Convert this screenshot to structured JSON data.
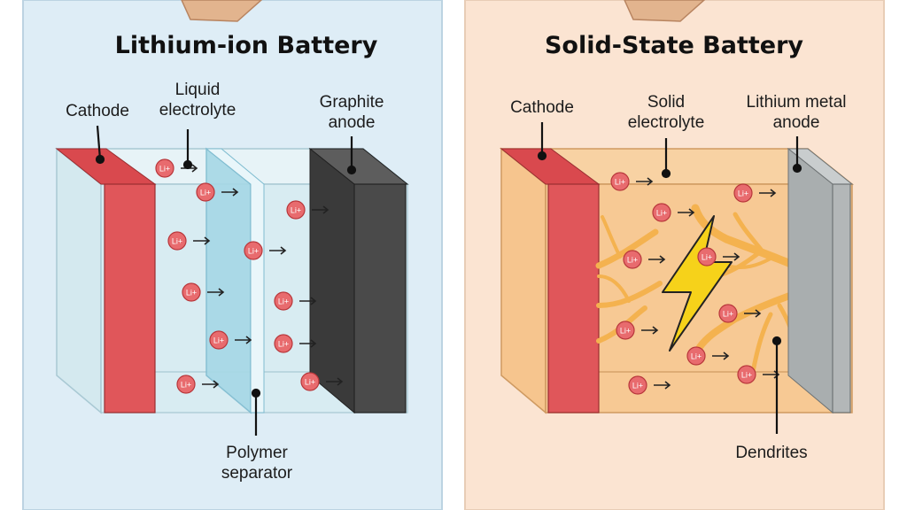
{
  "left_panel": {
    "title": "Lithium-ion Battery",
    "labels": {
      "cathode": "Cathode",
      "electrolyte_line1": "Liquid",
      "electrolyte_line2": "electrolyte",
      "anode_line1": "Graphite",
      "anode_line2": "anode",
      "separator_line1": "Polymer",
      "separator_line2": "separator"
    },
    "background": "#deedf6"
  },
  "right_panel": {
    "title": "Solid-State Battery",
    "labels": {
      "cathode": "Cathode",
      "electrolyte_line1": "Solid",
      "electrolyte_line2": "electrolyte",
      "anode_line1": "Lithium metal",
      "anode_line2": "anode",
      "dendrites": "Dendrites"
    },
    "background": "#fbe4d2"
  },
  "ion_label": "Li+",
  "colors": {
    "cathode": "#e0565a",
    "graphite": "#4a4a4a",
    "lithium_metal": "#b3b7b8",
    "liquid_electrolyte": "#cfe8ef",
    "separator": "#a6d8e6",
    "solid_electrolyte": "#f6c58e",
    "dendrite": "#f4b24f",
    "lightning": "#f6d21a",
    "ion": "#e86b6e"
  }
}
